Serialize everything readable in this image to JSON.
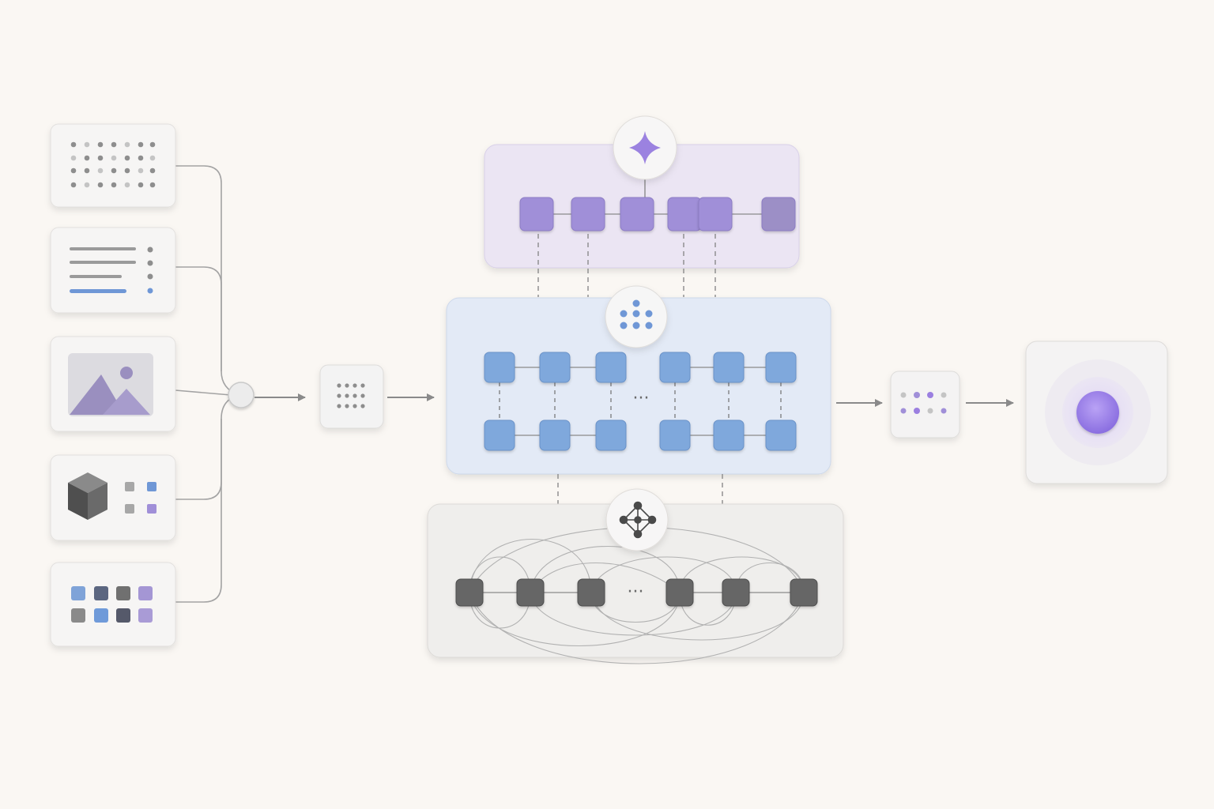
{
  "colors": {
    "background": "#faf7f3",
    "card": "#f4f3f2",
    "card_border": "#e2e0de",
    "purple_panel": "#ebe5f3",
    "purple_node": "#a08fd8",
    "purple_node_alt": "#9c8fc6",
    "blue_panel": "#e3eaf6",
    "blue_node": "#7fa8dc",
    "gray_panel": "#efeeec",
    "gray_node": "#666666",
    "line": "#9a9a9a",
    "dot_gray": "#8e8e8e",
    "dot_light": "#c4c4c4",
    "dot_blue": "#6f97d6",
    "accent_purple": "#9b7fe0"
  },
  "inputs": [
    {
      "kind": "dot-grid",
      "icon": "dot-grid-icon"
    },
    {
      "kind": "text-lines",
      "icon": "text-lines-icon"
    },
    {
      "kind": "image",
      "icon": "image-landscape-icon"
    },
    {
      "kind": "cube",
      "icon": "cube-icon"
    },
    {
      "kind": "tile-grid",
      "icon": "tile-grid-icon"
    }
  ],
  "stages": [
    {
      "id": "top",
      "icon": "sparkle-icon",
      "color": "purple",
      "nodes": 6
    },
    {
      "id": "middle",
      "icon": "dot-cluster-icon",
      "color": "blue",
      "rows": 2,
      "nodes_per_row": 6,
      "ellipsis": "···"
    },
    {
      "id": "bottom",
      "icon": "network-graph-icon",
      "color": "gray",
      "nodes": 6,
      "ellipsis": "···"
    }
  ],
  "output": {
    "icon": "target-orb-icon"
  }
}
